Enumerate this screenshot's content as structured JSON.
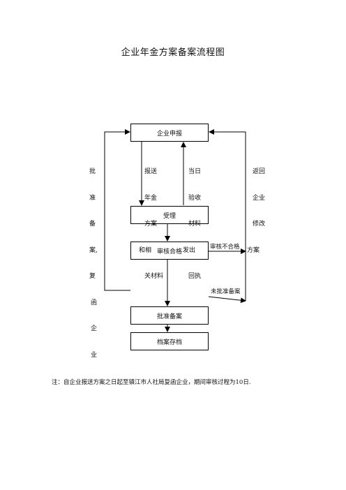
{
  "title": "企业年金方案备案流程图",
  "boxes": {
    "apply": "企业申报",
    "accept": "受理",
    "review_pass": "审核合格",
    "approve": "批准备案",
    "archive": "档案存档"
  },
  "labels": {
    "submit_lines": [
      "报送",
      "年金",
      "方案",
      "和相",
      "关材料"
    ],
    "receipt_lines": [
      "当日",
      "验收",
      "材料",
      "发出",
      "回执"
    ],
    "return_lines": [
      "返回",
      "企业",
      "修改",
      "方案"
    ],
    "approve_reply_lines": [
      "批",
      "准",
      "备",
      "案,",
      "复",
      "函",
      "企",
      "业"
    ],
    "review_fail": "审核不合格",
    "not_approved": "未批准备案"
  },
  "note": "注：自企业报送方案之日起至镇江市人社局复函企业，期间审核过程为10日."
}
